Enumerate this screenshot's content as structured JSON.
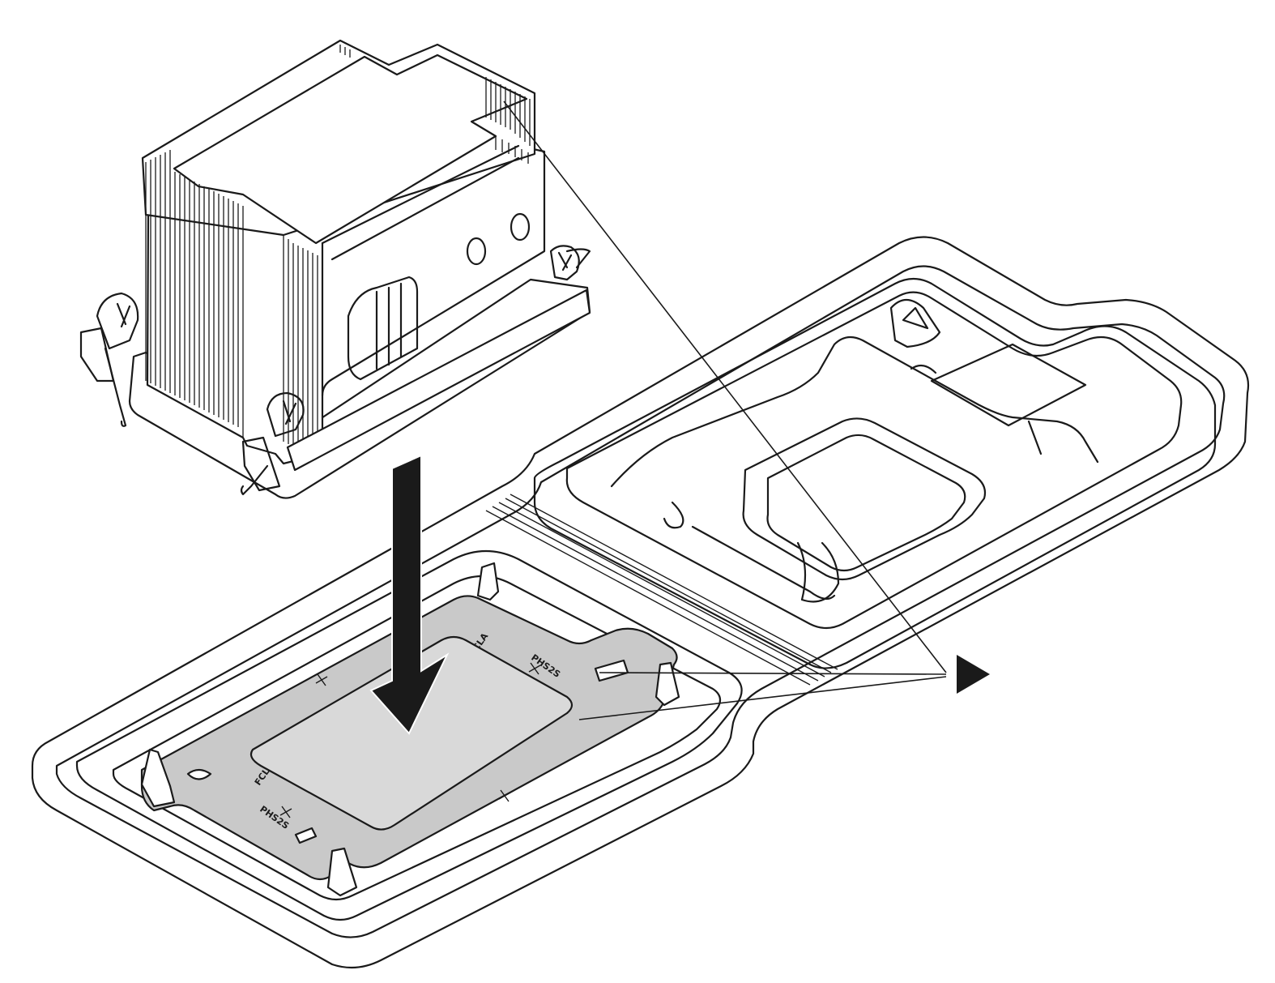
{
  "figure": {
    "carrier_markings": [
      "PHS2S",
      "PHS2S",
      "FCLA",
      "FCLA"
    ]
  },
  "icons": {
    "heat_sink": "heat-sink-icon",
    "install_arrow": "down-arrow-icon",
    "processor": "processor-icon",
    "processor_carrier": "processor-carrier-icon",
    "shipping_tray": "shipping-tray-icon",
    "callout_marker": "triangle-marker-icon"
  },
  "colors": {
    "line": "#1a1a1a",
    "processor_fill": "#d9d9d9",
    "carrier_fill": "#c9c9c9",
    "arrow_fill": "#1a1a1a",
    "background": "#ffffff"
  }
}
